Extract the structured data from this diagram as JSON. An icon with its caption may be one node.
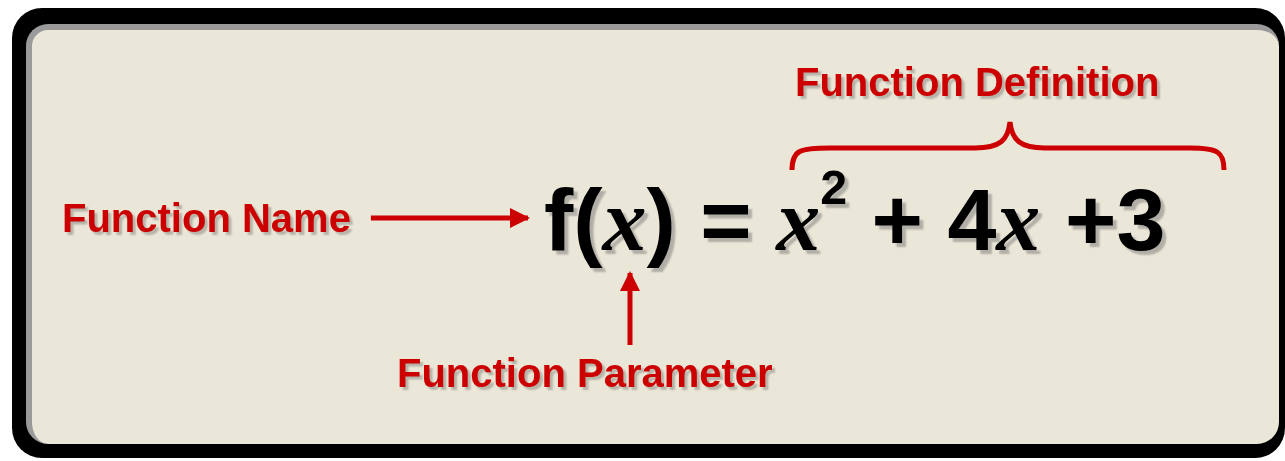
{
  "diagram": {
    "nodes": [
      {
        "text": [
          "Function Name"
        ]
      },
      {
        "text": [
          "f(*x*) = *x*$^{2}$ + 4",
          "*x*",
          "+3"
        ]
      },
      {
        "text": [
          "Function Parameter"
        ]
      }
    ],
    "edges": [
      {
        "from": 0,
        "to": 1,
        "arrow": "to"
      },
      {
        "from": 2,
        "to": 1,
        "arrow": "to"
      }
    ],
    "labels": [
      "Function Definition"
    ]
  }
}
